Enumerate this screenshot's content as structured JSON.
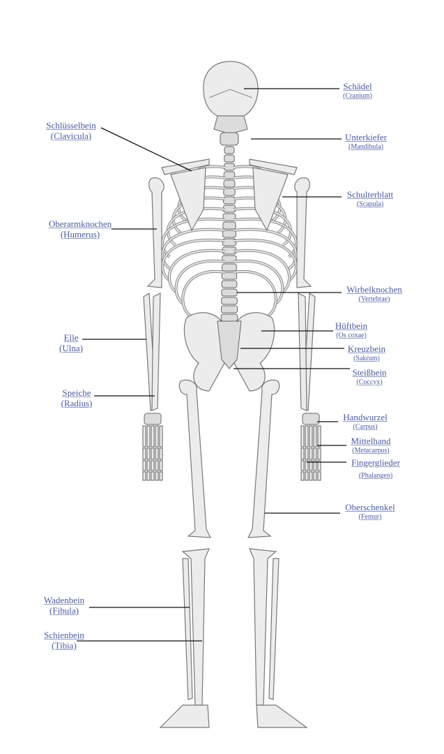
{
  "labels": {
    "cranium": {
      "main": "Schädel",
      "sub": "(Cranium)"
    },
    "mandibula": {
      "main": "Unterkiefer",
      "sub": "(Mandibula)"
    },
    "scapula": {
      "main": "Schulterblatt",
      "sub": "(Scapula)"
    },
    "vertebrae": {
      "main": "Wirbelknochen",
      "sub": "(Vertebrae)"
    },
    "os_coxae": {
      "main": "Hüftbein",
      "sub": "(Os coxae)"
    },
    "sakrum": {
      "main": "Kreuzbein",
      "sub": "(Sakrum)"
    },
    "coccyx": {
      "main": "Steißbein",
      "sub": "(Coccyx)"
    },
    "carpus": {
      "main": "Handwurzel",
      "sub": "(Carpus)"
    },
    "metacarpus": {
      "main": "Mittelhand",
      "sub": "(Metacarpus)"
    },
    "phalangen": {
      "main": "Fingerglieder",
      "sub": "(Phalangen)"
    },
    "femur": {
      "main": "Oberschenkel",
      "sub": "(Femur)"
    },
    "clavicula": {
      "main": "Schlüsselbein",
      "sub": "(Clavicula)"
    },
    "humerus": {
      "main": "Oberarmknochen",
      "sub": "(Humerus)"
    },
    "ulna": {
      "main": "Elle",
      "sub": "(Ulna)"
    },
    "radius": {
      "main": "Speiche",
      "sub": "(Radius)"
    },
    "fibula": {
      "main": "Wadenbein",
      "sub": "(Fibula)"
    },
    "tibia": {
      "main": "Schienbein",
      "sub": "(Tibia)"
    }
  }
}
